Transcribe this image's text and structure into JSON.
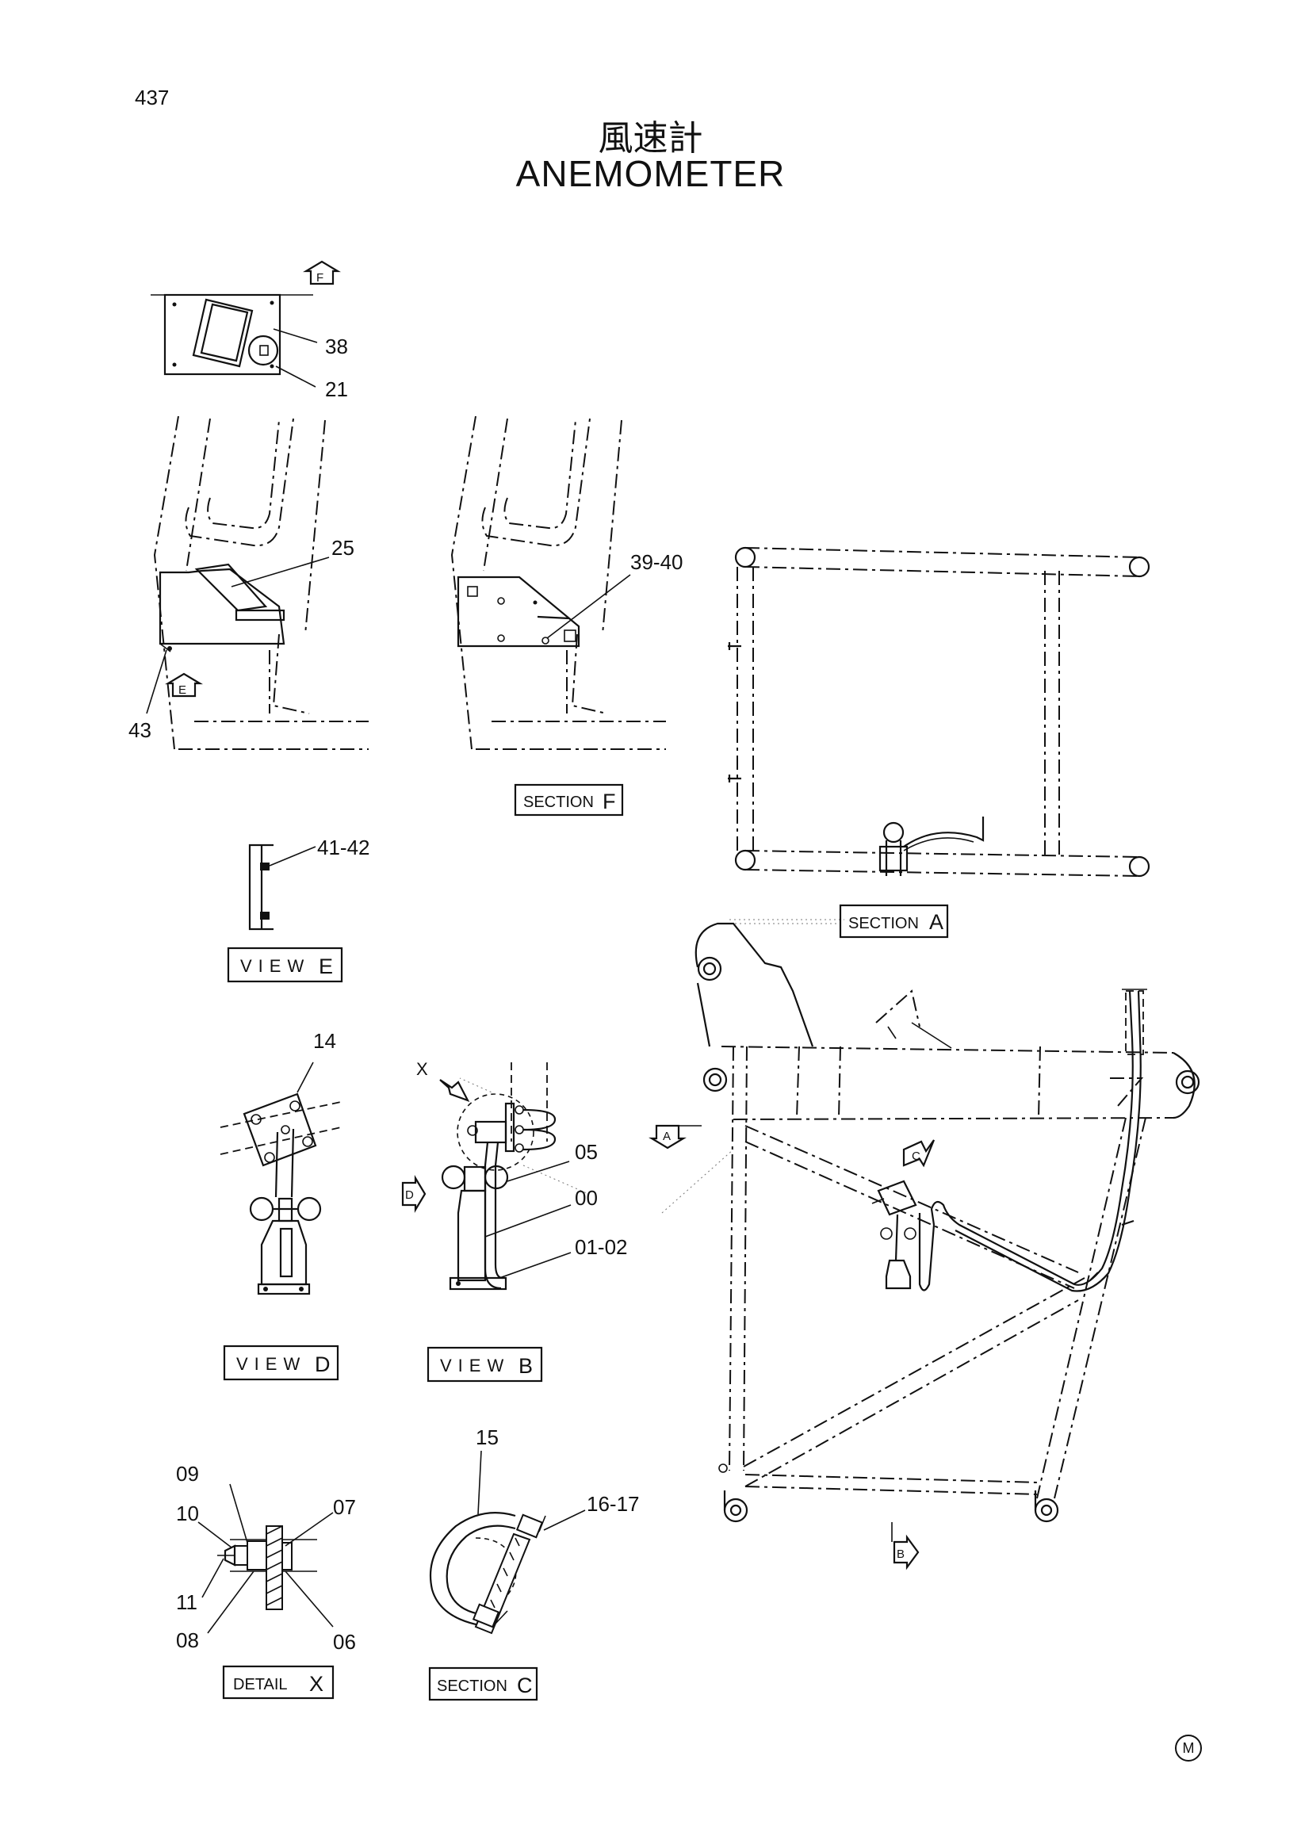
{
  "page": {
    "number": "437"
  },
  "title": {
    "japanese": "風速計",
    "english": "ANEMOMETER"
  },
  "frames": {
    "view_e": {
      "label": "VIEW",
      "letter": "E"
    },
    "section_f": {
      "label": "SECTION",
      "letter": "F"
    },
    "section_a": {
      "label": "SECTION",
      "letter": "A"
    },
    "view_d": {
      "label": "VIEW",
      "letter": "D"
    },
    "view_b": {
      "label": "VIEW",
      "letter": "B"
    },
    "detail_x": {
      "label": "DETAIL",
      "letter": "X"
    },
    "section_c": {
      "label": "SECTION",
      "letter": "C"
    }
  },
  "view_markers": {
    "f": "F",
    "e": "E",
    "a": "A",
    "b": "B",
    "c": "C",
    "d": "D",
    "x": "X"
  },
  "callouts": {
    "c38": "38",
    "c21": "21",
    "c25": "25",
    "c43": "43",
    "c39_40": "39-40",
    "c41_42": "41-42",
    "c14": "14",
    "c05": "05",
    "c00": "00",
    "c01_02": "01-02",
    "c15": "15",
    "c16_17": "16-17",
    "c09": "09",
    "c10": "10",
    "c11": "11",
    "c08": "08",
    "c07": "07",
    "c06": "06"
  },
  "corner_mark": "M"
}
